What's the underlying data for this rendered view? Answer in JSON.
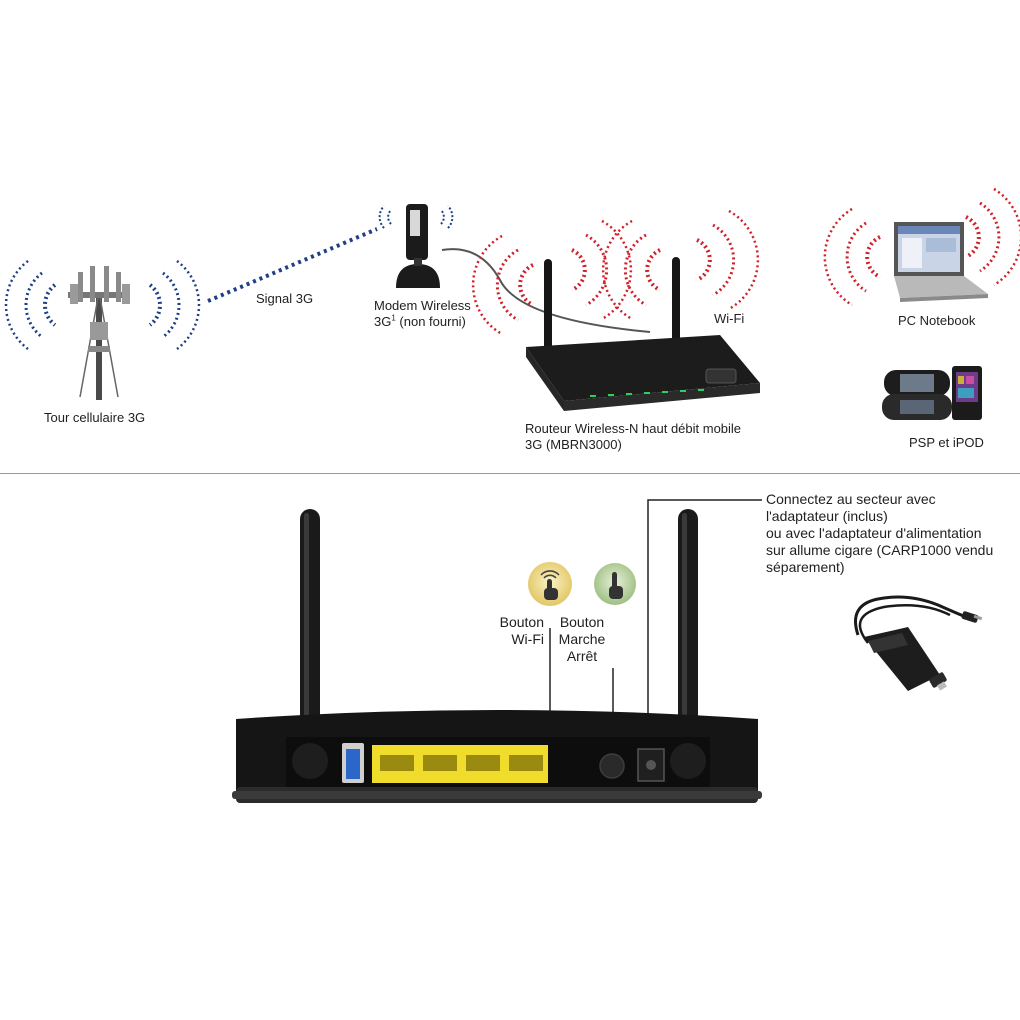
{
  "top": {
    "tower_label": "Tour cellulaire 3G",
    "signal_label": "Signal 3G",
    "modem_label_line1": "Modem Wireless",
    "modem_label_line2_prefix": "3G",
    "modem_label_sup": "1",
    "modem_label_line2_suffix": " (non fourni)",
    "wifi_label": "Wi-Fi",
    "router_label_line1": "Routeur Wireless-N haut débit mobile",
    "router_label_line2": "3G (MBRN3000)",
    "notebook_label": "PC Notebook",
    "psp_label": "PSP et iPOD"
  },
  "bottom": {
    "wifi_button_line1": "Bouton",
    "wifi_button_line2": "Wi-Fi",
    "power_button_line1": "Bouton",
    "power_button_line2": "Marche",
    "power_button_line3": "Arrêt",
    "power_note": [
      "Connectez au secteur avec",
      "l'adaptateur (inclus)",
      "ou avec l'adaptateur d'alimentation",
      "sur allume cigare (CARP1000 vendu",
      "séparement)"
    ]
  },
  "colors": {
    "signal_blue": "#1f3f86",
    "wifi_red": "#d0202a",
    "ethernet_yellow": "#f0dc2a",
    "usb_blue": "#2b66c9"
  }
}
